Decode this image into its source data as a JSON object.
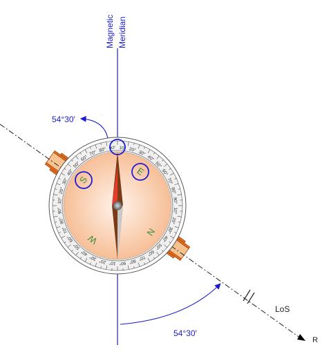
{
  "diagram": {
    "meridian_label_line1": "Magnetic",
    "meridian_label_line2": "Meridian",
    "bearing_top": "54°30′",
    "bearing_bottom": "54°30′",
    "los_label": "LoS",
    "point_label": "R",
    "compass": {
      "direction_letters": [
        "E",
        "S",
        "W",
        "N"
      ],
      "ring_labels": [
        "10°",
        "20°",
        "30°",
        "40°",
        "50°",
        "60°",
        "70°",
        "80°",
        "90°"
      ]
    },
    "colors": {
      "meridian": "#1a1ad4",
      "highlight": "#1a1ad4",
      "strap": "#e36c1f",
      "strap_end": "#f6c28f",
      "needle_north": "#e83b2a",
      "needle_south": "#7a3b16",
      "face": "#fbd2b5",
      "letters": "#3a8a3a"
    }
  }
}
